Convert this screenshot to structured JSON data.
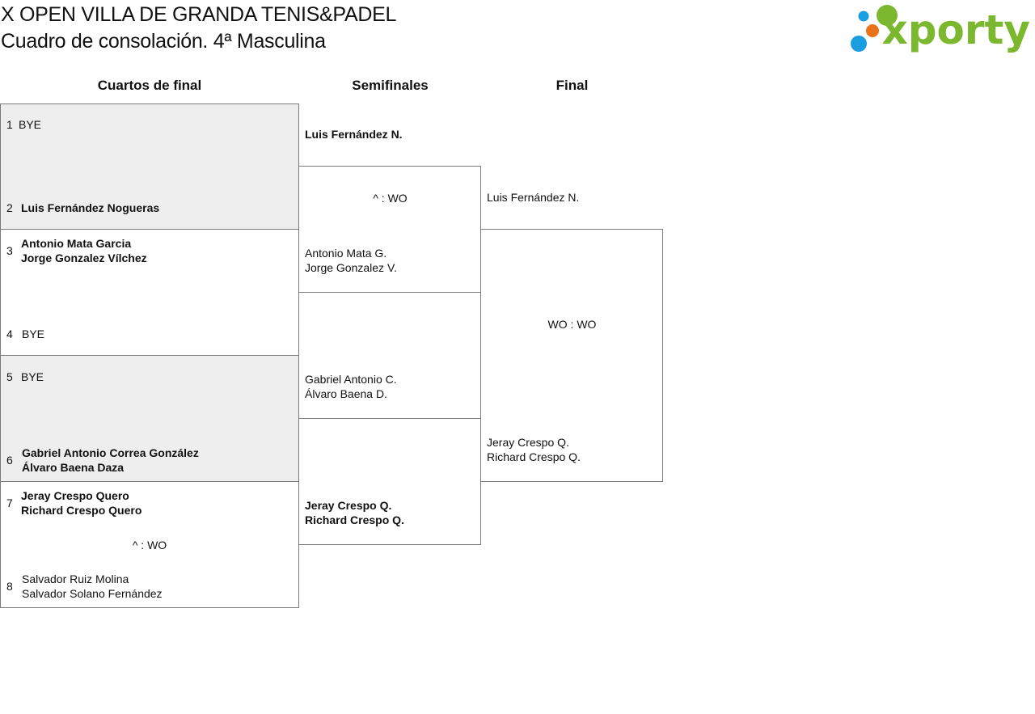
{
  "header": {
    "title": "X OPEN VILLA DE GRANDA TENIS&PADEL",
    "subtitle": "Cuadro de consolación. 4ª Masculina"
  },
  "logo": {
    "text": "xporty",
    "colors": {
      "green": "#7cb82f",
      "blue": "#1a9ee0",
      "orange": "#e8731a"
    }
  },
  "rounds": [
    "Cuartos de final",
    "Semifinales",
    "Final"
  ],
  "quarterfinals": [
    {
      "seed": "1",
      "line1": "BYE",
      "line2": ""
    },
    {
      "seed": "2",
      "line1": "Luis Fernández Nogueras",
      "line2": ""
    },
    {
      "seed": "3",
      "line1": "Antonio Mata Garcia",
      "line2": "Jorge Gonzalez Vílchez"
    },
    {
      "seed": "4",
      "line1": "BYE",
      "line2": ""
    },
    {
      "seed": "5",
      "line1": "BYE",
      "line2": ""
    },
    {
      "seed": "6",
      "line1": "Gabriel Antonio Correa González",
      "line2": "Álvaro Baena Daza"
    },
    {
      "seed": "7",
      "line1": "Jeray Crespo Quero",
      "line2": "Richard Crespo Quero"
    },
    {
      "seed": "8",
      "line1": "Salvador Ruiz Molina",
      "line2": "Salvador Solano Fernández"
    }
  ],
  "quarterfinal_scores": {
    "match4": "^ : WO"
  },
  "semifinals": [
    {
      "line1": "Luis Fernández N.",
      "line2": ""
    },
    {
      "line1": "Antonio Mata G.",
      "line2": "Jorge Gonzalez V."
    },
    {
      "line1": "Gabriel Antonio C.",
      "line2": "Álvaro Baena D."
    },
    {
      "line1": "Jeray Crespo Q.",
      "line2": "Richard Crespo Q."
    }
  ],
  "semifinal_scores": {
    "match1": "^ : WO"
  },
  "final": [
    {
      "line1": "Luis Fernández N.",
      "line2": ""
    },
    {
      "line1": "Jeray Crespo Q.",
      "line2": "Richard Crespo Q."
    }
  ],
  "final_score": "WO : WO"
}
